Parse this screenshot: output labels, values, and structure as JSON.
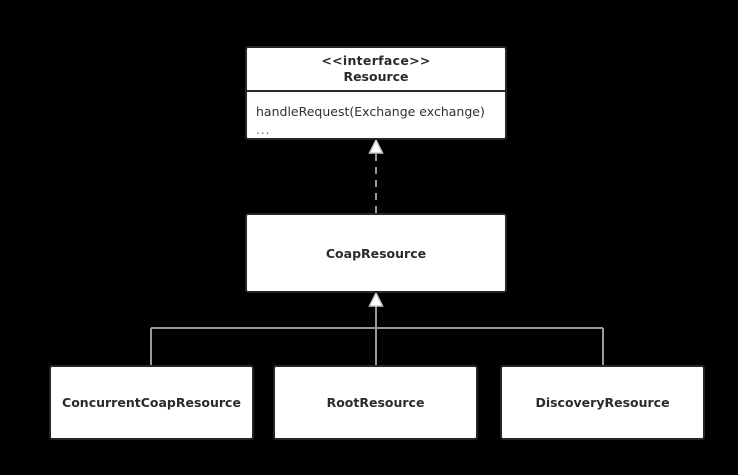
{
  "diagram": {
    "kind": "uml-class-diagram",
    "background_color": "#000000",
    "box_fill_color": "#ffffff",
    "box_border_color": "#262626",
    "line_color": "#9a9a9a",
    "text_color": "#2b2b2b"
  },
  "classes": {
    "resource": {
      "stereotype": "<<interface>>",
      "name": "Resource",
      "members": [
        "handleRequest(Exchange exchange)",
        "..."
      ]
    },
    "coap_resource": {
      "name": "CoapResource"
    },
    "concurrent_coap_resource": {
      "name": "ConcurrentCoapResource"
    },
    "root_resource": {
      "name": "RootResource"
    },
    "discovery_resource": {
      "name": "DiscoveryResource"
    }
  },
  "relationships": [
    {
      "name": "realization",
      "from": "CoapResource",
      "to": "Resource",
      "style": "dashed",
      "arrowhead": "hollow-triangle"
    },
    {
      "name": "generalization",
      "from": "ConcurrentCoapResource",
      "to": "CoapResource",
      "style": "solid",
      "arrowhead": "hollow-triangle"
    },
    {
      "name": "generalization",
      "from": "RootResource",
      "to": "CoapResource",
      "style": "solid",
      "arrowhead": "hollow-triangle"
    },
    {
      "name": "generalization",
      "from": "DiscoveryResource",
      "to": "CoapResource",
      "style": "solid",
      "arrowhead": "hollow-triangle"
    }
  ]
}
